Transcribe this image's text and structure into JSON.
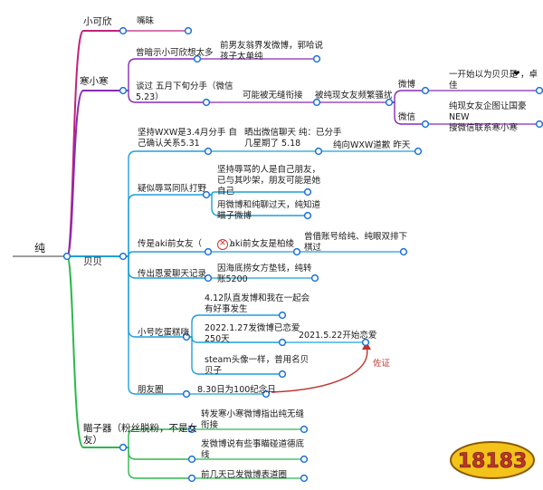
{
  "root": "纯",
  "branches": {
    "xiaokexin": {
      "label": "小可欣",
      "c1": "嘴昧"
    },
    "hanxiaohan": {
      "label": "寒小寒",
      "c1": "曾暗示小可欣想太多",
      "c1a": "前男友翁界发微博，郭哈说\n孩子太单纯",
      "c2": "谈过 五月下旬分手（微信\n5.23）",
      "c2a": "可能被无缝衔接",
      "c2b": "被纯现女友频繁骚扰",
      "weibo": "微博",
      "weibo_a": "一开始以为贝贝是 ，卓\n佳",
      "weixin": "微信",
      "weixin_a": "纯现女友企图让国豪NEW\n搜微信联系寒小寒"
    },
    "beibei": {
      "label": "贝贝",
      "c1": "坚持WXW是3.4月分手 自\n己确认关系5.31",
      "c1a": "晒出微信聊天 纯：已分手\n几星期了 5.18",
      "c1b": "纯向WXW道歉 昨天",
      "c2": "疑似辱骂同队打野",
      "c2a": "坚持辱骂的人是自己朋友，\n已与其吵架，朋友可能是她\n自己",
      "c2b": "用微博和纯聊过天，纯知道\n瞄子微博",
      "c3": "传是aki前女友（",
      "c3_close": "）",
      "c3a": "aki前女友是柏绫",
      "c3b": "曾借账号给纯、纯眼双排下\n棋过",
      "c4": "传出恩爱聊天记录",
      "c4a": "因海底捞女方垫钱，纯转\n账5200",
      "c5": "小号吃蛋糕嗨",
      "c5a": "4.12队直发博和我在一起会\n有好事发生",
      "c5b": "2022.1.27发微博已恋爱\n250天",
      "c5b_date": "2021.5.22开始恋爱",
      "c5c": "steam头像一样，普用名贝\n贝子",
      "evidence": "佐证",
      "c6": "朋友圈",
      "c6a": "8.30日为100纪念日"
    },
    "miaoziqi": {
      "label": "瞄子器（粉丝脱粉，不是女\n友）",
      "c1": "转发寒小寒微博指出纯无缝\n衔接",
      "c2": "发微博说有些事瞄碰道德底\n线",
      "c3": "前几天已发微博表道圈"
    }
  },
  "watermark": "18183",
  "colors": {
    "root": "#7f7f7f",
    "pink": "#c0237a",
    "purple": "#8a2ab5",
    "blue": "#1ea0d8",
    "green": "#2cb84a",
    "node": "#1d72d8",
    "arrow": "#c0322d"
  }
}
